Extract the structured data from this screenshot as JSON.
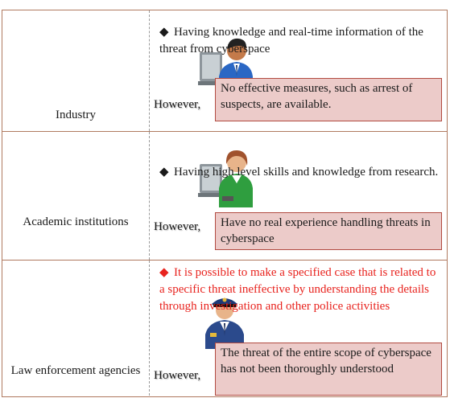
{
  "rows": [
    {
      "label": "Industry",
      "icon": "businessman-at-computer-icon",
      "bullet": "◆",
      "statement": "Having knowledge and real-time information of the threat from cyberspace",
      "however_label": "However,",
      "limitation": "No effective measures, such as arrest of suspects, are available."
    },
    {
      "label": "Academic institutions",
      "icon": "researcher-at-computer-icon",
      "bullet": "◆",
      "statement": "Having high level skills and knowledge from research.",
      "however_label": "However,",
      "limitation": "Have no real experience handling threats in cyberspace"
    },
    {
      "label": "Law enforcement agencies",
      "icon": "police-officer-icon",
      "bullet": "◆",
      "statement": "It is possible to make a specified case that is related to a specific threat ineffective by understanding the details through investigation and other police activities",
      "however_label": "However,",
      "limitation": "The threat of the entire scope of cyberspace has not been thoroughly understood"
    }
  ],
  "colors": {
    "border": "#b07a60",
    "box_fill": "#eccbc9",
    "box_border": "#b24b41",
    "highlight_text": "#e8231e"
  }
}
